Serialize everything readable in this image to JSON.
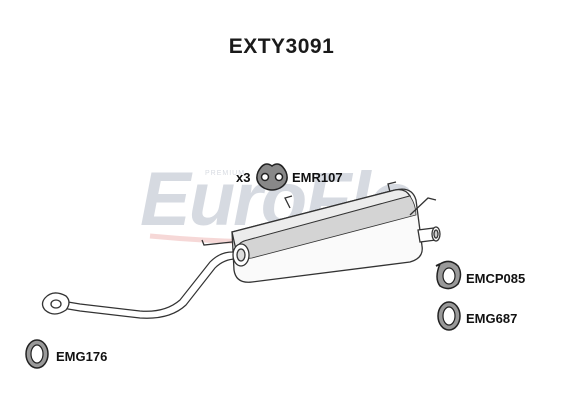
{
  "title": "EXTY3091",
  "watermark": {
    "brand": "EuroFlo",
    "tagline": "PREMIUM",
    "colors": {
      "primary": "#4a5a7a",
      "accent": "#d9534f"
    }
  },
  "parts": [
    {
      "code": "EMR107",
      "quantity": "x3",
      "kind": "rubber-mount"
    },
    {
      "code": "EMCP085",
      "kind": "clamp"
    },
    {
      "code": "EMG687",
      "kind": "gasket"
    },
    {
      "code": "EMG176",
      "kind": "gasket"
    }
  ]
}
